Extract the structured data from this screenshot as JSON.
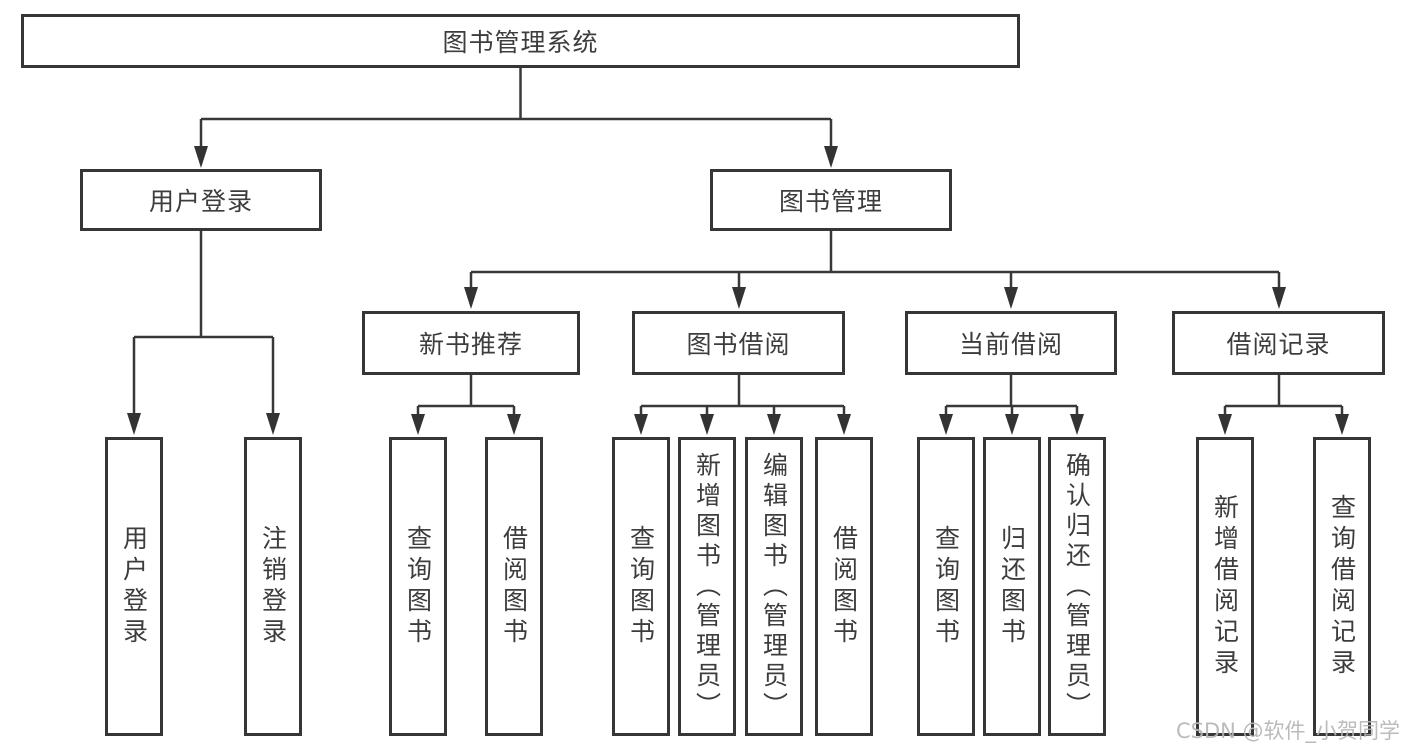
{
  "diagram_title": "图书管理系统",
  "colors": {
    "line": "#383838",
    "box_border": "#363636",
    "text": "#3d3d3d",
    "background": "#ffffff",
    "watermark": "#b6b6b6"
  },
  "nodes": {
    "root": {
      "label": "图书管理系统"
    },
    "user_login_branch": {
      "label": "用户登录",
      "children": [
        {
          "label": "用户登录"
        },
        {
          "label": "注销登录"
        }
      ]
    },
    "book_mgmt_branch": {
      "label": "图书管理"
    },
    "new_book": {
      "label": "新书推荐",
      "children": [
        {
          "label": "查询图书"
        },
        {
          "label": "借阅图书"
        }
      ]
    },
    "book_borrow": {
      "label": "图书借阅",
      "children": [
        {
          "label": "查询图书"
        },
        {
          "label": "新增图书（管理员）"
        },
        {
          "label": "编辑图书（管理员）"
        },
        {
          "label": "借阅图书"
        }
      ]
    },
    "current_borrow": {
      "label": "当前借阅",
      "children": [
        {
          "label": "查询图书"
        },
        {
          "label": "归还图书"
        },
        {
          "label": "确认归还（管理员）"
        }
      ]
    },
    "borrow_record": {
      "label": "借阅记录",
      "children": [
        {
          "label": "新增借阅记录"
        },
        {
          "label": "查询借阅记录"
        }
      ]
    }
  },
  "watermark": {
    "text": "CSDN @软件_小贺同学"
  }
}
